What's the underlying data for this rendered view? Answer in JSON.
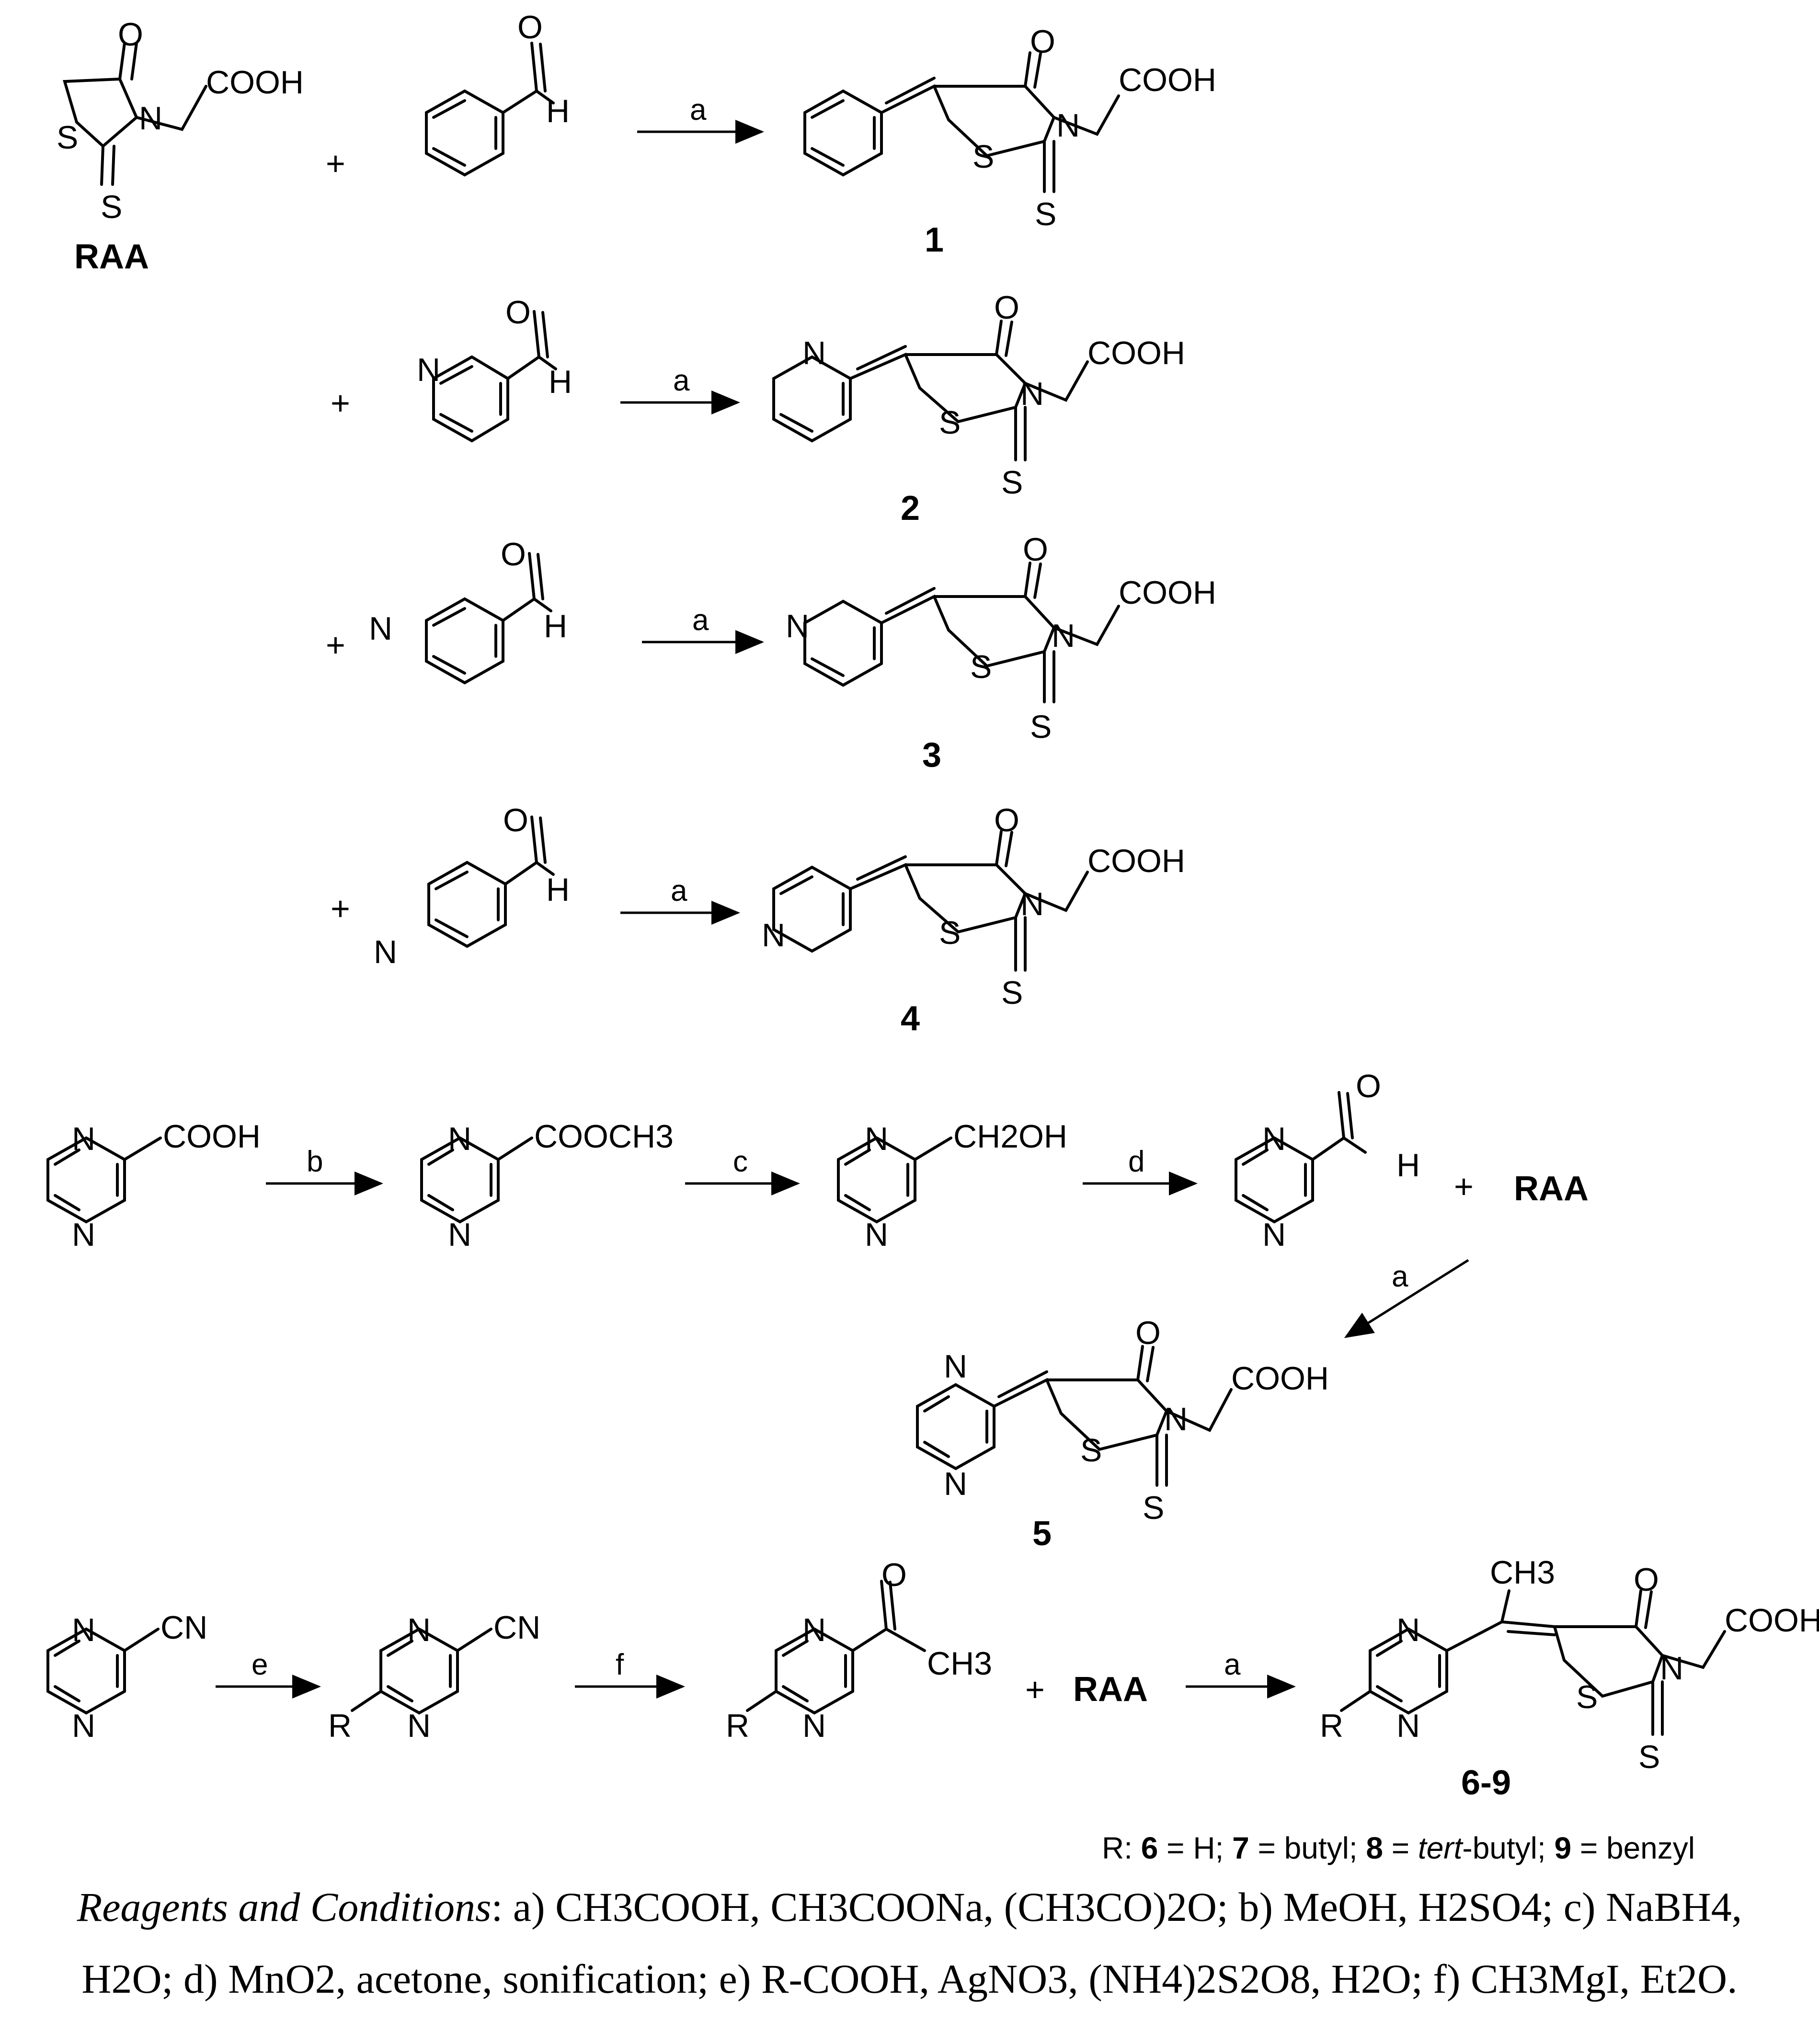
{
  "labels": {
    "cooh": "COOH",
    "o": "O",
    "s": "S",
    "n": "N",
    "h": "H",
    "cn": "CN",
    "ch3": "CH3",
    "cooch3": "COOCH3",
    "ch2oh": "CH2OH",
    "r": "R",
    "plus": "+",
    "raa": "RAA"
  },
  "conditions": {
    "a": "a",
    "b": "b",
    "c": "c",
    "d": "d",
    "e": "e",
    "f": "f"
  },
  "compounds": {
    "c1": "1",
    "c2": "2",
    "c3": "3",
    "c4": "4",
    "c5": "5",
    "c6_9": "6-9"
  },
  "r_groups": {
    "prefix": "R: ",
    "c6": "6",
    "c6_value": " = H; ",
    "c7": "7",
    "c7_value": " = butyl; ",
    "c8": "8",
    "c8_value": " = ",
    "c8_italic": "tert",
    "c8_rest": "-butyl; ",
    "c9": "9",
    "c9_value": " = benzyl"
  },
  "caption": {
    "heading": "Reagents and Conditions",
    "line1": ": a) CH3COOH, CH3COONa, (CH3CO)2O; b) MeOH, H2SO4; c) NaBH4,",
    "line2": "H2O; d) MnO2, acetone, sonification; e) R-COOH, AgNO3, (NH4)2S2O8, H2O; f) CH3MgI, Et2O."
  }
}
